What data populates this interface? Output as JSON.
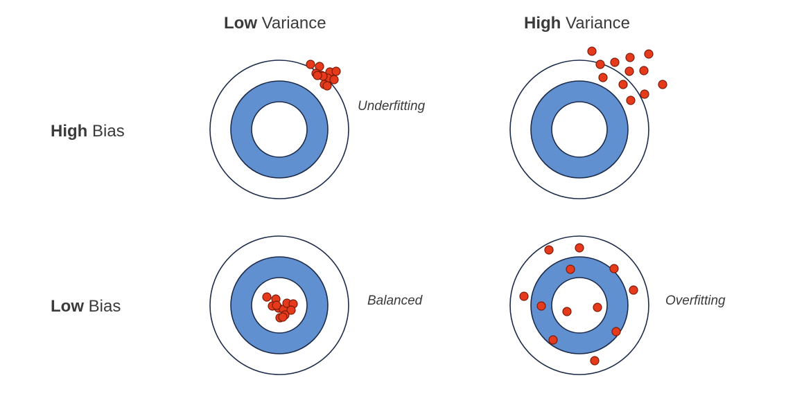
{
  "columns": [
    {
      "bold": "Low",
      "rest": "Variance"
    },
    {
      "bold": "High",
      "rest": "Variance"
    }
  ],
  "rows": [
    {
      "bold": "High",
      "rest": "Bias"
    },
    {
      "bold": "Low",
      "rest": "Bias"
    }
  ],
  "annotations": {
    "high_bias_low_variance": "Underfitting",
    "low_bias_low_variance": "Balanced",
    "low_bias_high_variance": "Overfitting"
  },
  "colors": {
    "ring_fill": "#6190d0",
    "ring_stroke": "#1c2b4a",
    "dot_fill": "#e53a1c",
    "dot_stroke": "#7a1a08"
  }
}
